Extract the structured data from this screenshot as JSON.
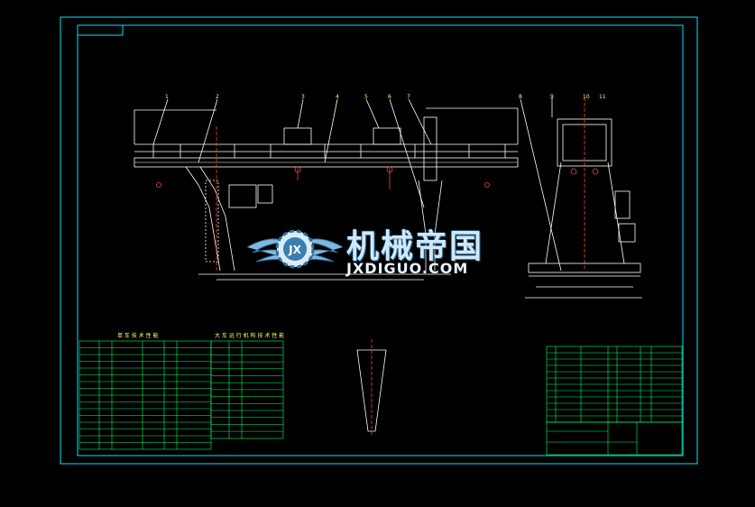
{
  "drawing": {
    "callouts": [
      "1",
      "2",
      "3",
      "4",
      "5",
      "6",
      "7",
      "8",
      "9",
      "10",
      "11"
    ],
    "table_left_title": "单 车 技 术 性 能",
    "table_right_title": "大 车 运 行 机 构 技 术 性 能",
    "watermark_cn": "机械帝国",
    "watermark_en": "JXDIGUO.COM",
    "watermark_badge": "JX",
    "colors": {
      "background": "#000000",
      "frame": "#00e5ff",
      "structure": "#ffffff",
      "table_line": "#00ff66",
      "table_text": "#ffff66",
      "hook": "#ff4040"
    }
  }
}
